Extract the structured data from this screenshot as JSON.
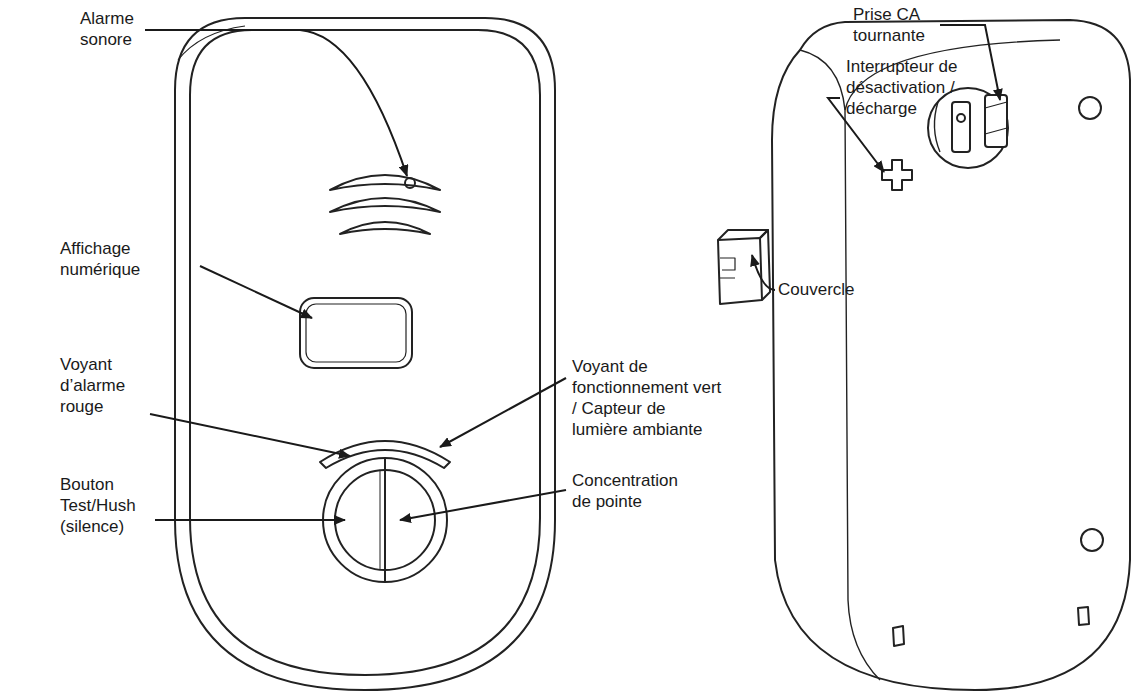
{
  "diagram": {
    "labels": [
      "Alarme sonore",
      "Affichage numérique",
      "Voyant d’alarme rouge",
      "Bouton Test/Hush (silence)",
      "Voyant de fonctionnement vert / Capteur de lumière ambiante",
      "Concentration de pointe",
      "Prise CA tournante",
      "Interrupteur de désactivation / décharge",
      "Couvercle"
    ]
  }
}
